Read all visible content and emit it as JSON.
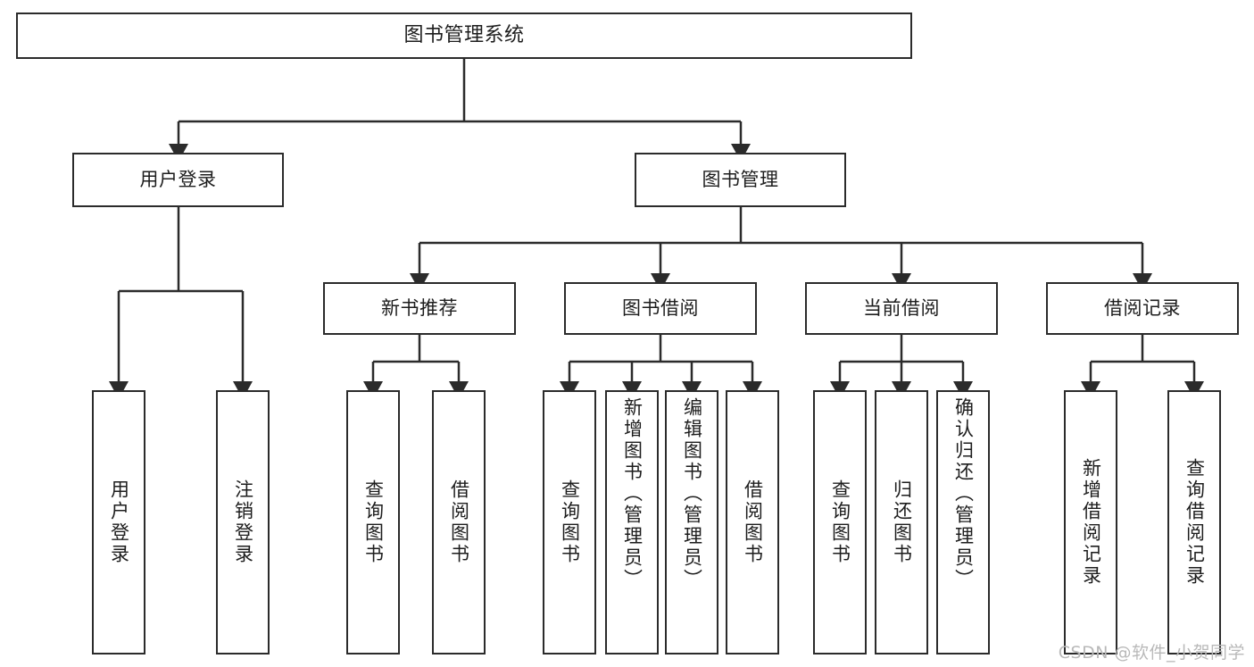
{
  "diagram": {
    "title": "图书管理系统",
    "type": "hierarchy-tree",
    "watermark": "CSDN @软件_小贺同学",
    "colors": {
      "box_border": "#2b2b2b",
      "box_fill": "#ffffff",
      "connector": "#2b2b2b",
      "text": "#1d1d1d",
      "watermark": "#b9b9b9"
    },
    "levels": {
      "level1": [
        "图书管理系统"
      ],
      "level2": [
        "用户登录",
        "图书管理"
      ],
      "level3": [
        "新书推荐",
        "图书借阅",
        "当前借阅",
        "借阅记录"
      ],
      "level4": [
        "用户登录",
        "注销登录",
        "查询图书",
        "借阅图书",
        "查询图书",
        "新增图书（管理员）",
        "编辑图书（管理员）",
        "借阅图书",
        "查询图书",
        "归还图书",
        "确认归还（管理员）",
        "新增借阅记录",
        "查询借阅记录"
      ]
    },
    "nodes": {
      "root": {
        "label": "图书管理系统"
      },
      "user_login": {
        "label": "用户登录"
      },
      "book_mgmt": {
        "label": "图书管理"
      },
      "new_book_rec": {
        "label": "新书推荐"
      },
      "book_borrow": {
        "label": "图书借阅"
      },
      "current_borrow": {
        "label": "当前借阅"
      },
      "borrow_record": {
        "label": "借阅记录"
      },
      "leaf_user_login": {
        "label": "用户登录"
      },
      "leaf_user_logout": {
        "label": "注销登录"
      },
      "leaf_query_book_a": {
        "label": "查询图书"
      },
      "leaf_borrow_book_a": {
        "label": "借阅图书"
      },
      "leaf_query_book_b": {
        "label": "查询图书"
      },
      "leaf_add_book_admin": {
        "label": "新增图书（管理员）"
      },
      "leaf_edit_book_admin": {
        "label": "编辑图书（管理员）"
      },
      "leaf_borrow_book_b": {
        "label": "借阅图书"
      },
      "leaf_query_book_c": {
        "label": "查询图书"
      },
      "leaf_return_book": {
        "label": "归还图书"
      },
      "leaf_confirm_return_admin": {
        "label": "确认归还（管理员）"
      },
      "leaf_add_borrow_record": {
        "label": "新增借阅记录"
      },
      "leaf_query_borrow_record": {
        "label": "查询借阅记录"
      }
    }
  }
}
